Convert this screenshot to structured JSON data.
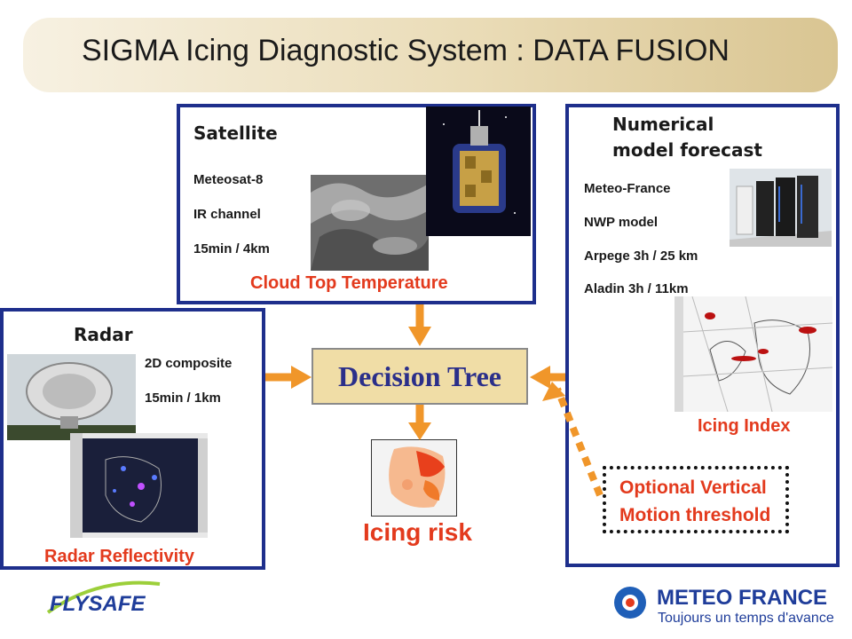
{
  "title": "SIGMA Icing Diagnostic System : DATA FUSION",
  "satellite": {
    "heading": "Satellite",
    "lines": [
      "Meteosat-8",
      "IR channel",
      "15min / 4km"
    ],
    "product": "Cloud Top Temperature"
  },
  "radar": {
    "heading": "Radar",
    "lines": [
      "2D composite",
      "15min / 1km"
    ],
    "product": "Radar Reflectivity"
  },
  "model": {
    "heading_line1": "Numerical",
    "heading_line2": "model forecast",
    "lines": [
      "Meteo-France",
      "NWP model",
      "Arpege 3h / 25 km",
      "Aladin 3h / 11km"
    ],
    "product": "Icing Index"
  },
  "decision_tree": "Decision Tree",
  "output": "Icing risk",
  "optional": {
    "line1": "Optional Vertical",
    "line2": "Motion threshold"
  },
  "logos": {
    "flysafe": "FLYSAFE",
    "meteofrance_name": "METEO FRANCE",
    "meteofrance_tagline": "Toujours un temps d'avance"
  },
  "colors": {
    "box_border": "#1e2f8c",
    "arrow": "#f0962a",
    "accent_red": "#e33a1d",
    "decision_fill": "#f0dda6"
  }
}
